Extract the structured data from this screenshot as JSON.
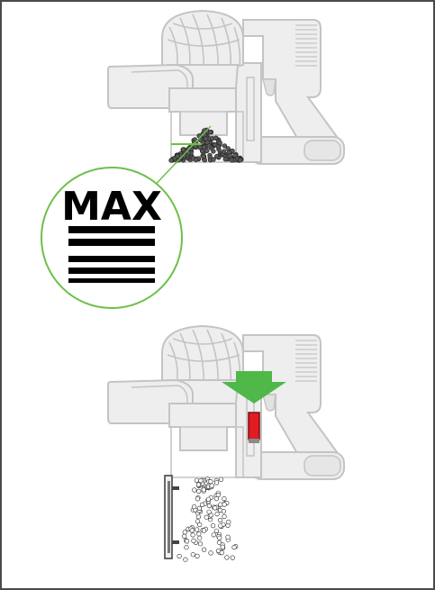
{
  "diagram": {
    "max_label": "MAX",
    "colors": {
      "frame": "#4a4a4a",
      "vacuum_fill": "#eeeeee",
      "vacuum_stroke": "#c4c4c4",
      "dirt": "#3d3d3d",
      "callout_green": "#6cc04a",
      "arrow_green": "#4fb848",
      "latch_red": "#e11b22",
      "mark_black": "#000000"
    },
    "panels": [
      {
        "id": "fill-to-max",
        "icon": "vacuum-bin-max-line"
      },
      {
        "id": "empty-bin",
        "icon": "vacuum-bin-release"
      }
    ]
  }
}
